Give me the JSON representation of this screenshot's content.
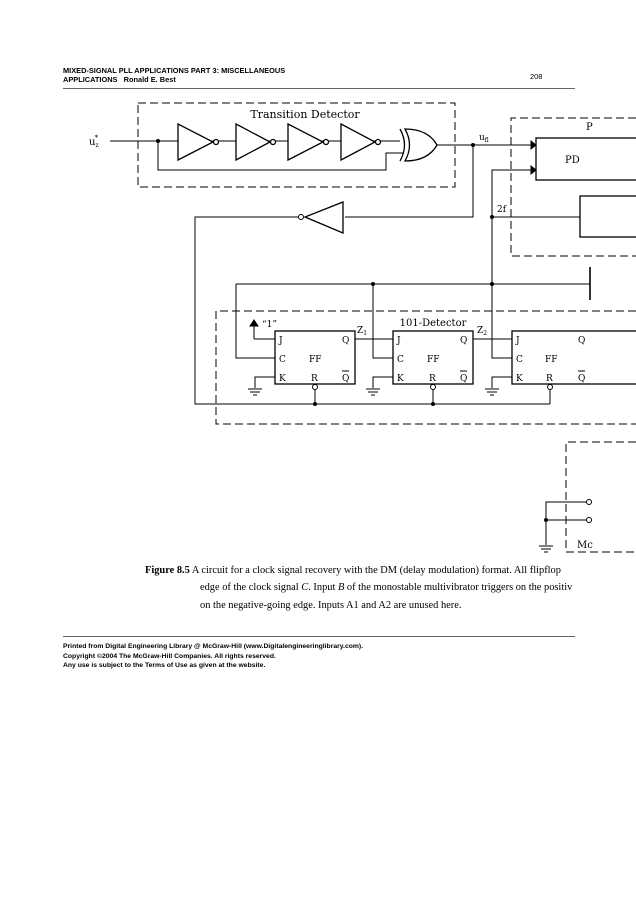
{
  "header": {
    "title_line1": "MIXED-SIGNAL PLL APPLICATIONS PART 3: MISCELLANEOUS",
    "title_line2": "APPLICATIONS",
    "author": "Ronald E. Best",
    "page_number": "208"
  },
  "diagram": {
    "transition_detector_label": "Transition Detector",
    "input_label": "u",
    "input_sub": "z",
    "input_sup": "*",
    "ufl_label": "u",
    "ufl_sub": "fl",
    "pd_label": "PD",
    "pd_block_label_partial": "P",
    "freq_label": "2f",
    "one_label": "“1”",
    "detector_label": "101-Detector",
    "z1_label": "Z",
    "z1_sub": "1",
    "z2_label": "Z",
    "z2_sub": "2",
    "ff_label": "FF",
    "pin_j": "J",
    "pin_c": "C",
    "pin_k": "K",
    "pin_r": "R",
    "pin_q": "Q",
    "pin_qbar": "Q",
    "mono_label_partial": "Mc"
  },
  "caption": {
    "figure_label": "Figure 8.5",
    "line1": "A circuit for a clock signal recovery with the DM (delay modulation) format. All flipflop",
    "line2_a": "edge of the clock signal ",
    "line2_c": "C",
    "line2_b": ". Input ",
    "line2_input": "B",
    "line2_d": " of the monostable multivibrator triggers on the positiv",
    "line3": "on the negative-going edge. Inputs A1 and A2 are unused here."
  },
  "footer": {
    "line1": "Printed from Digital Engineering Library @ McGraw-Hill (www.Digitalengineeringlibrary.com).",
    "line2": "Copyright ©2004 The McGraw-Hill Companies. All rights reserved.",
    "line3": "Any use is subject to the Terms of Use as given at the website."
  }
}
